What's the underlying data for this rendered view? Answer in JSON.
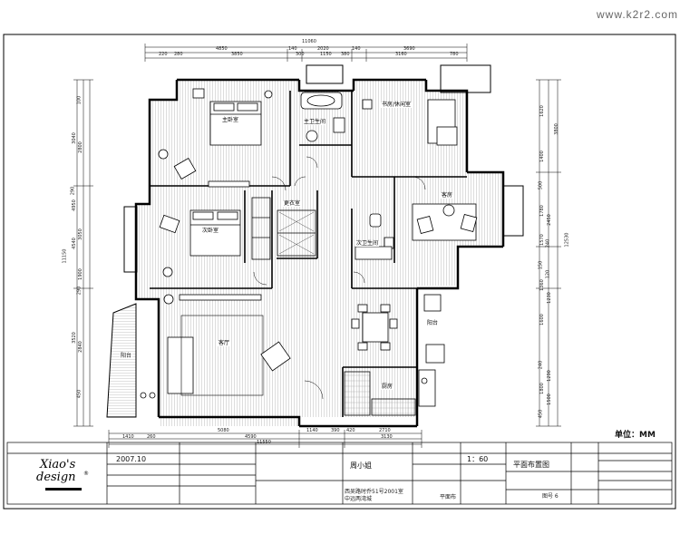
{
  "watermark": "www.k2r2.com",
  "unit_label": "单位：MM",
  "rooms": {
    "master_bedroom": "主卧室",
    "master_bath": "主卫生间",
    "study": "书房/休闲室",
    "second_bedroom": "次卧室",
    "closet": "更衣室",
    "secondary_bath": "次卫生间",
    "bedroom": "客房",
    "living": "客厅",
    "balcony_left": "阳台",
    "balcony_right": "阳台",
    "kitchen": "厨房"
  },
  "dims_top": {
    "overall": "11060",
    "a": "4850",
    "b": "140",
    "c": "2020",
    "d": "140",
    "e": "3690",
    "f": "220",
    "g": "280",
    "h": "3850",
    "i": "300",
    "j": "1150",
    "k": "380",
    "l": "3160",
    "m": "780"
  },
  "dims_bottom": {
    "a": "5080",
    "b": "1140",
    "c": "390",
    "d": "420",
    "e": "2710",
    "f": "1410",
    "g": "260",
    "h": "4590",
    "i": "3130",
    "overall": "11550"
  },
  "dims_left": {
    "overall": "11150",
    "a": "3040",
    "b": "2800",
    "c": "290",
    "d": "4950",
    "e": "3050",
    "f": "4540",
    "g": "290",
    "h": "1900",
    "i": "3520",
    "j": "2840",
    "k": "100",
    "l": "450"
  },
  "dims_right": {
    "overall": "12530",
    "a": "1620",
    "b": "3800",
    "c": "1400",
    "d": "500",
    "e": "1780",
    "f": "2450",
    "g": "1570",
    "h": "240",
    "i": "150",
    "j": "120",
    "k": "1360",
    "l": "1230",
    "m": "1600",
    "n": "240",
    "o": "1290",
    "p": "1800",
    "q": "1500",
    "r": "450"
  },
  "title_block": {
    "logo_line1": "Xiao's",
    "logo_line2": "design",
    "logo_mark": "®",
    "date": "2007.10",
    "designer": "周小姐",
    "scale_label": "1：60",
    "sheet_title": "平面布置图",
    "project_address": "西吴路时乔51号2001室",
    "project_name": "中远两湾城",
    "drawing_name": "平面布",
    "sheet_no": "图号 6"
  }
}
